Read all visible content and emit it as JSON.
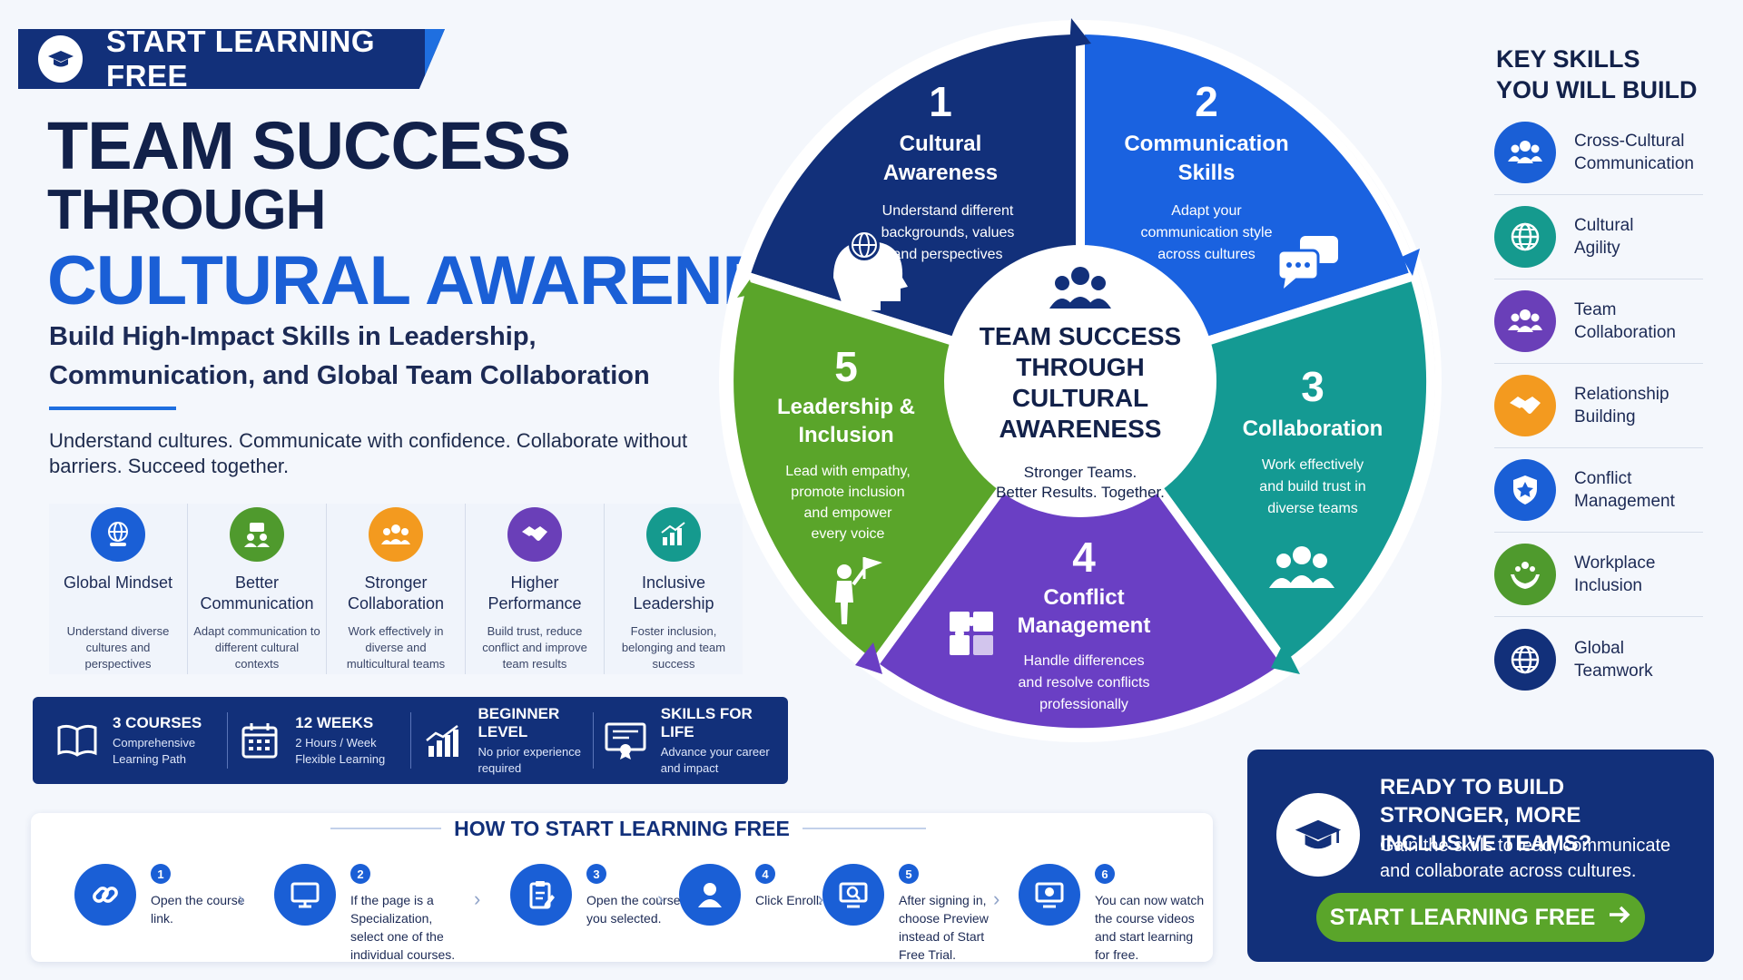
{
  "banner": {
    "label": "START LEARNING FREE",
    "icon": "graduation-cap-icon"
  },
  "title": {
    "line1": "TEAM SUCCESS",
    "line2": "THROUGH",
    "line3": "CULTURAL AWARENESS",
    "subtitle": "Build High-Impact Skills in Leadership, Communication, and Global Team Collaboration",
    "tagline": "Understand cultures. Communicate with confidence. Collaborate without barriers. Succeed together."
  },
  "benefits": [
    {
      "title": "Global Mindset",
      "desc": "Understand diverse cultures and perspectives",
      "icon": "globe-people-icon",
      "color": "#1a5fd6"
    },
    {
      "title": "Better Communication",
      "desc": "Adapt communication to different cultural contexts",
      "icon": "chat-people-icon",
      "color": "#4f9a2d"
    },
    {
      "title": "Stronger Collaboration",
      "desc": "Work effectively in diverse and multicultural teams",
      "icon": "team-icon",
      "color": "#f39a1f"
    },
    {
      "title": "Higher Performance",
      "desc": "Build trust, reduce conflict and improve team results",
      "icon": "handshake-icon",
      "color": "#6a3fb8"
    },
    {
      "title": "Inclusive Leadership",
      "desc": "Foster inclusion, belonging and team success",
      "icon": "growth-chart-icon",
      "color": "#159a8e"
    }
  ],
  "stats": [
    {
      "title": "3 COURSES",
      "desc": "Comprehensive Learning Path",
      "icon": "book-icon"
    },
    {
      "title": "12 WEEKS",
      "desc": "2 Hours / Week Flexible Learning",
      "icon": "calendar-icon"
    },
    {
      "title": "BEGINNER LEVEL",
      "desc": "No prior experience required",
      "icon": "bar-chart-icon"
    },
    {
      "title": "SKILLS FOR LIFE",
      "desc": "Advance your career and impact",
      "icon": "certificate-icon"
    }
  ],
  "wheel": {
    "center": {
      "line1": "TEAM SUCCESS",
      "line2": "THROUGH",
      "line3": "CULTURAL",
      "line4": "AWARENESS",
      "sub1": "Stronger Teams.",
      "sub2": "Better Results. Together."
    },
    "segments": [
      {
        "num": "1",
        "t1": "Cultural",
        "t2": "Awareness",
        "d1": "Understand different",
        "d2": "backgrounds, values",
        "d3": "and perspectives",
        "color": "#12307a",
        "icon": "head-globe-icon"
      },
      {
        "num": "2",
        "t1": "Communication",
        "t2": "Skills",
        "d1": "Adapt your",
        "d2": "communication style",
        "d3": "across cultures",
        "color": "#1a62e0",
        "icon": "chat-bubbles-icon"
      },
      {
        "num": "3",
        "t1": "Collaboration",
        "t2": "",
        "d1": "Work effectively",
        "d2": "and build trust in",
        "d3": "diverse teams",
        "color": "#149a93",
        "icon": "group-icon"
      },
      {
        "num": "4",
        "t1": "Conflict",
        "t2": "Management",
        "d1": "Handle differences",
        "d2": "and resolve conflicts",
        "d3": "professionally",
        "color": "#6a3fc4",
        "icon": "puzzle-icon"
      },
      {
        "num": "5",
        "t1": "Leadership &",
        "t2": "Inclusion",
        "d1": "Lead with empathy,",
        "d2": "promote inclusion",
        "d3": "and empower",
        "d4": "every voice",
        "color": "#5aa52a",
        "icon": "leader-flag-icon"
      }
    ]
  },
  "skills": {
    "title1": "KEY SKILLS",
    "title2": "YOU WILL BUILD",
    "items": [
      {
        "l1": "Cross-Cultural",
        "l2": "Communication",
        "color": "#1a5fd6",
        "icon": "people-icon"
      },
      {
        "l1": "Cultural",
        "l2": "Agility",
        "color": "#159a8e",
        "icon": "globe-icon"
      },
      {
        "l1": "Team",
        "l2": "Collaboration",
        "color": "#6a3fb8",
        "icon": "team-icon"
      },
      {
        "l1": "Relationship",
        "l2": "Building",
        "color": "#f39a1f",
        "icon": "handshake-icon"
      },
      {
        "l1": "Conflict",
        "l2": "Management",
        "color": "#1a5fd6",
        "icon": "shield-icon"
      },
      {
        "l1": "Workplace",
        "l2": "Inclusion",
        "color": "#4f9a2d",
        "icon": "hands-heart-icon"
      },
      {
        "l1": "Global",
        "l2": "Teamwork",
        "color": "#12307a",
        "icon": "globe-icon"
      }
    ]
  },
  "howto": {
    "title": "HOW TO START LEARNING FREE",
    "steps": [
      {
        "num": "1",
        "text": "Open the course link.",
        "icon": "link-icon"
      },
      {
        "num": "2",
        "text": "If the page is a Specialization, select one of the individual courses.",
        "icon": "monitor-icon"
      },
      {
        "num": "3",
        "text": "Open the course you selected.",
        "icon": "clipboard-icon"
      },
      {
        "num": "4",
        "text": "Click Enroll.",
        "icon": "user-icon"
      },
      {
        "num": "5",
        "text": "After signing in, choose Preview instead of Start Free Trial.",
        "icon": "search-screen-icon"
      },
      {
        "num": "6",
        "text": "You can now watch the course videos and start learning for free.",
        "icon": "play-screen-icon"
      }
    ]
  },
  "cta": {
    "heading": "READY TO BUILD STRONGER, MORE INCLUSIVE TEAMS?",
    "text": "Gain the skills to lead, communicate and collaborate across cultures.",
    "button": "START LEARNING FREE",
    "button_icon": "arrow-right-icon",
    "icon": "graduation-cap-icon"
  }
}
